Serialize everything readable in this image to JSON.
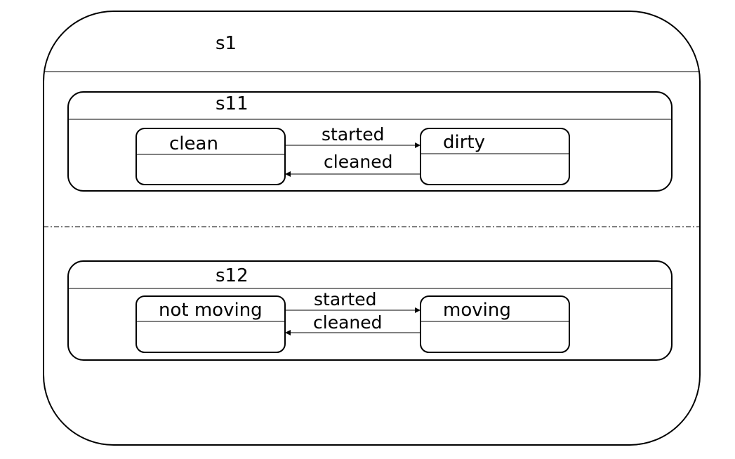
{
  "composite": {
    "name": "s1"
  },
  "regions": [
    {
      "name": "s11",
      "states": [
        "clean",
        "dirty"
      ],
      "transitions": {
        "forward": "started",
        "backward": "cleaned"
      }
    },
    {
      "name": "s12",
      "states": [
        "not moving",
        "moving"
      ],
      "transitions": {
        "forward": "started",
        "backward": "cleaned"
      }
    }
  ]
}
